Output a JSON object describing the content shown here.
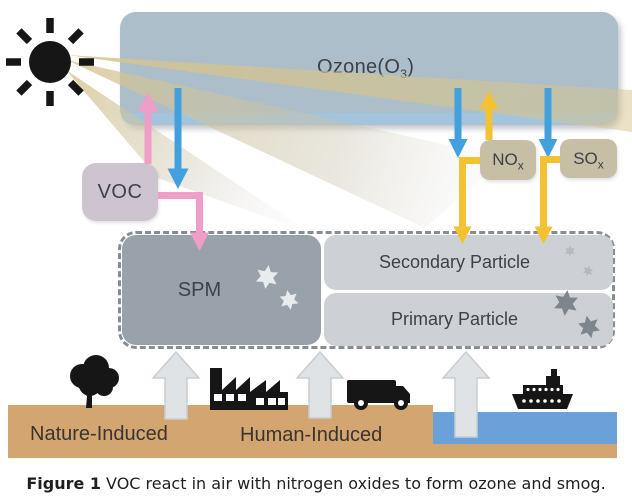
{
  "figure": {
    "caption_label": "Figure 1",
    "caption_text": "VOC react in air with nitrogen oxides to form ozone and smog."
  },
  "ozone": {
    "name": "Ozone(O",
    "sub": "3",
    "close": ")"
  },
  "gases": {
    "voc": "VOC",
    "nox": {
      "base": "NO",
      "sub": "x"
    },
    "sox": {
      "base": "SO",
      "sub": "x"
    }
  },
  "particles": {
    "spm": "SPM",
    "secondary": "Secondary Particle",
    "primary": "Primary Particle"
  },
  "sources": {
    "nature": "Nature-Induced",
    "human": "Human-Induced"
  },
  "icons": {
    "sun": "sun-icon",
    "tree": "tree-icon",
    "factory": "factory-icon",
    "truck": "truck-icon",
    "ship": "ship-icon",
    "spm_particles": "white-star-particle-icons",
    "secondary_particles": "small-sparkle-icons",
    "primary_particles": "dark-star-particle-icons"
  },
  "colors": {
    "ozone-fill": "#abbec9",
    "ozone-strip": "#a3c4dd",
    "voc-fill": "#cdc4cf",
    "gas-fill": "#c6bfa5",
    "spm-fill": "#99a1aa",
    "particle-fill": "#cdd1d5",
    "dash-border": "#868d95",
    "pink": "#ef9fc7",
    "blue": "#42a1dd",
    "yellow": "#f2c233",
    "beam": "#d6c48e",
    "ground": "#d3a571",
    "water": "#69a1d8",
    "up-arrow": "#e0e3e6",
    "icon-black": "#161616",
    "label-text": "#3d4247"
  }
}
